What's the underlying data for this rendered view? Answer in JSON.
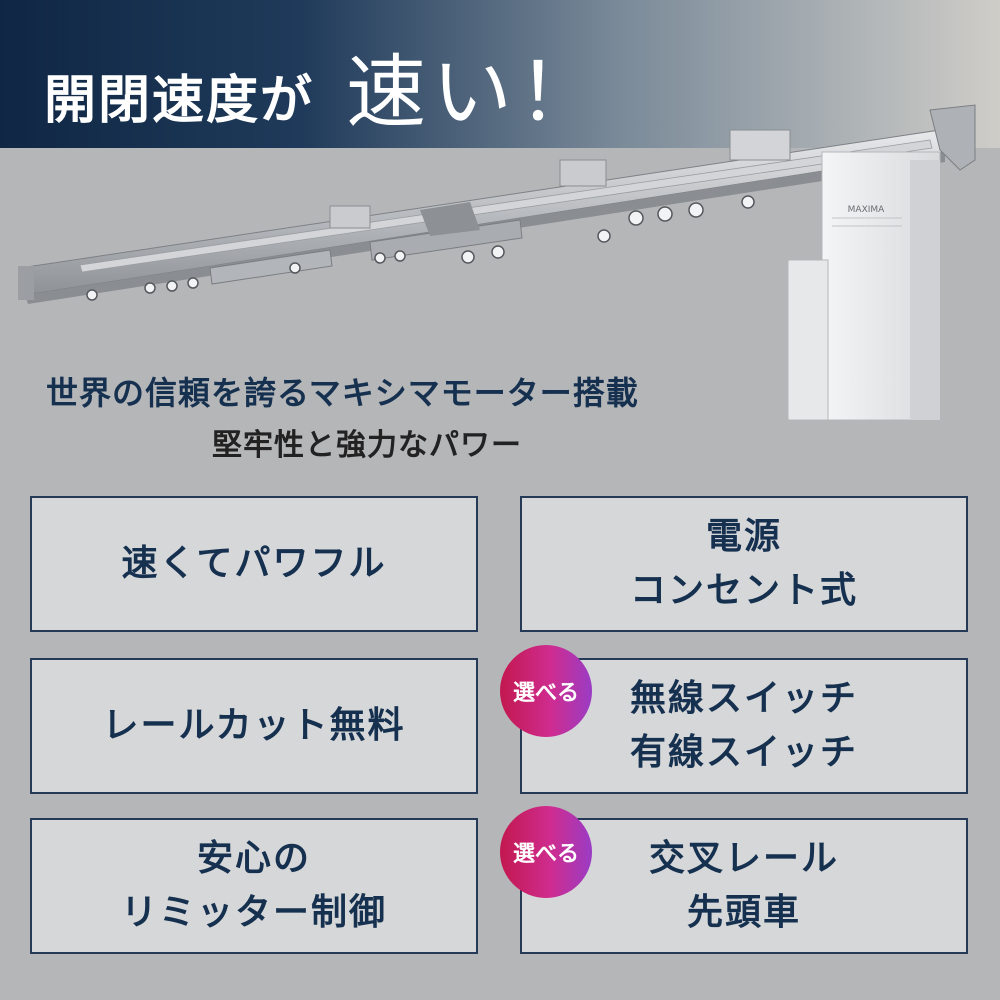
{
  "header": {
    "title_part1": "開閉速度が",
    "title_part2": "速い！"
  },
  "product": {
    "motor_label": "MAXIMA"
  },
  "subtitle": {
    "line1": "世界の信頼を誇るマキシマモーター搭載",
    "line2": "堅牢性と強力なパワー"
  },
  "features": [
    {
      "lines": [
        "速くてパワフル"
      ]
    },
    {
      "lines": [
        "電源",
        "コンセント式"
      ]
    },
    {
      "lines": [
        "レールカット無料"
      ]
    },
    {
      "lines": [
        "無線スイッチ",
        "有線スイッチ"
      ],
      "badge": "選べる"
    },
    {
      "lines": [
        "安心の",
        "リミッター制御"
      ]
    },
    {
      "lines": [
        "交叉レール",
        "先頭車"
      ],
      "badge": "選べる"
    }
  ],
  "colors": {
    "text_navy": "#16304f",
    "box_border": "#243a56",
    "badge_start": "#c2184f",
    "badge_end": "#9a3cc4"
  }
}
